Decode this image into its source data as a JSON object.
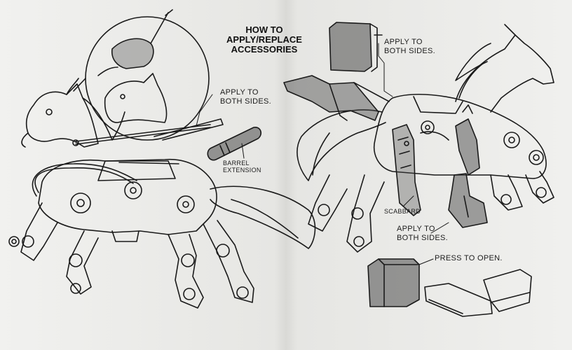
{
  "instructions": {
    "title_line1": "HOW TO",
    "title_line2": "APPLY/REPLACE",
    "title_line3": "ACCESSORIES"
  },
  "callouts": {
    "apply_both_sides_top_right": "APPLY TO\nBOTH SIDES.",
    "apply_both_sides_left": "APPLY TO\nBOTH SIDES.",
    "barrel_extension": "BARREL\nEXTENSION",
    "scabbard": "SCABBARD",
    "apply_both_sides_scabbard": "APPLY TO\nBOTH SIDES.",
    "press_to_open": "PRESS TO OPEN."
  },
  "colors": {
    "paper": "#eeeeec",
    "ink": "#1a1a1a",
    "accessory_fill": "#4a4a4a"
  },
  "icons": [
    "horse-illustration",
    "helmet-illustration",
    "rifle-illustration",
    "cannon-illustration",
    "backpack-illustration",
    "case-illustration"
  ]
}
